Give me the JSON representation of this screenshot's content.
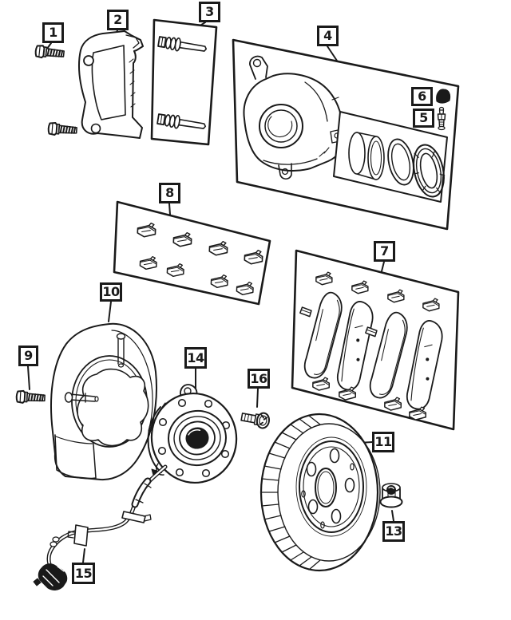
{
  "diagram": {
    "background_color": "#ffffff",
    "line_color": "#1a1a1a",
    "callouts": {
      "c1": {
        "label": "1"
      },
      "c2": {
        "label": "2"
      },
      "c3": {
        "label": "3"
      },
      "c4": {
        "label": "4"
      },
      "c5": {
        "label": "5"
      },
      "c6": {
        "label": "6"
      },
      "c7": {
        "label": "7"
      },
      "c8": {
        "label": "8"
      },
      "c9": {
        "label": "9"
      },
      "c10": {
        "label": "10"
      },
      "c11": {
        "label": "11"
      },
      "c13": {
        "label": "13"
      },
      "c14": {
        "label": "14"
      },
      "c15": {
        "label": "15"
      },
      "c16": {
        "label": "16"
      }
    }
  }
}
